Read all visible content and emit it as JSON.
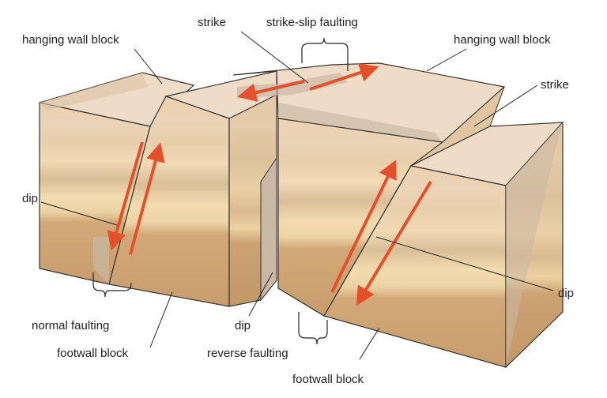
{
  "labels": {
    "hanging_wall_left": "hanging wall block",
    "strike_top": "strike",
    "strike_slip": "strike-slip faulting",
    "hanging_wall_right": "hanging wall block",
    "strike_right": "strike",
    "dip_left": "dip",
    "dip_right": "dip",
    "dip_middle": "dip",
    "normal_faulting": "normal faulting",
    "footwall_left": "footwall block",
    "reverse_faulting": "reverse faulting",
    "footwall_right": "footwall block"
  },
  "colors": {
    "top_face": "#efdcc6",
    "side_face": "#e2c6a2",
    "fault_plane": "#c8b8a4",
    "outline": "#333333",
    "arrow": "#e4502a",
    "band_dark": "#d6b88e",
    "band_light": "#f2dcb0",
    "base_layer": "#cfa574"
  }
}
